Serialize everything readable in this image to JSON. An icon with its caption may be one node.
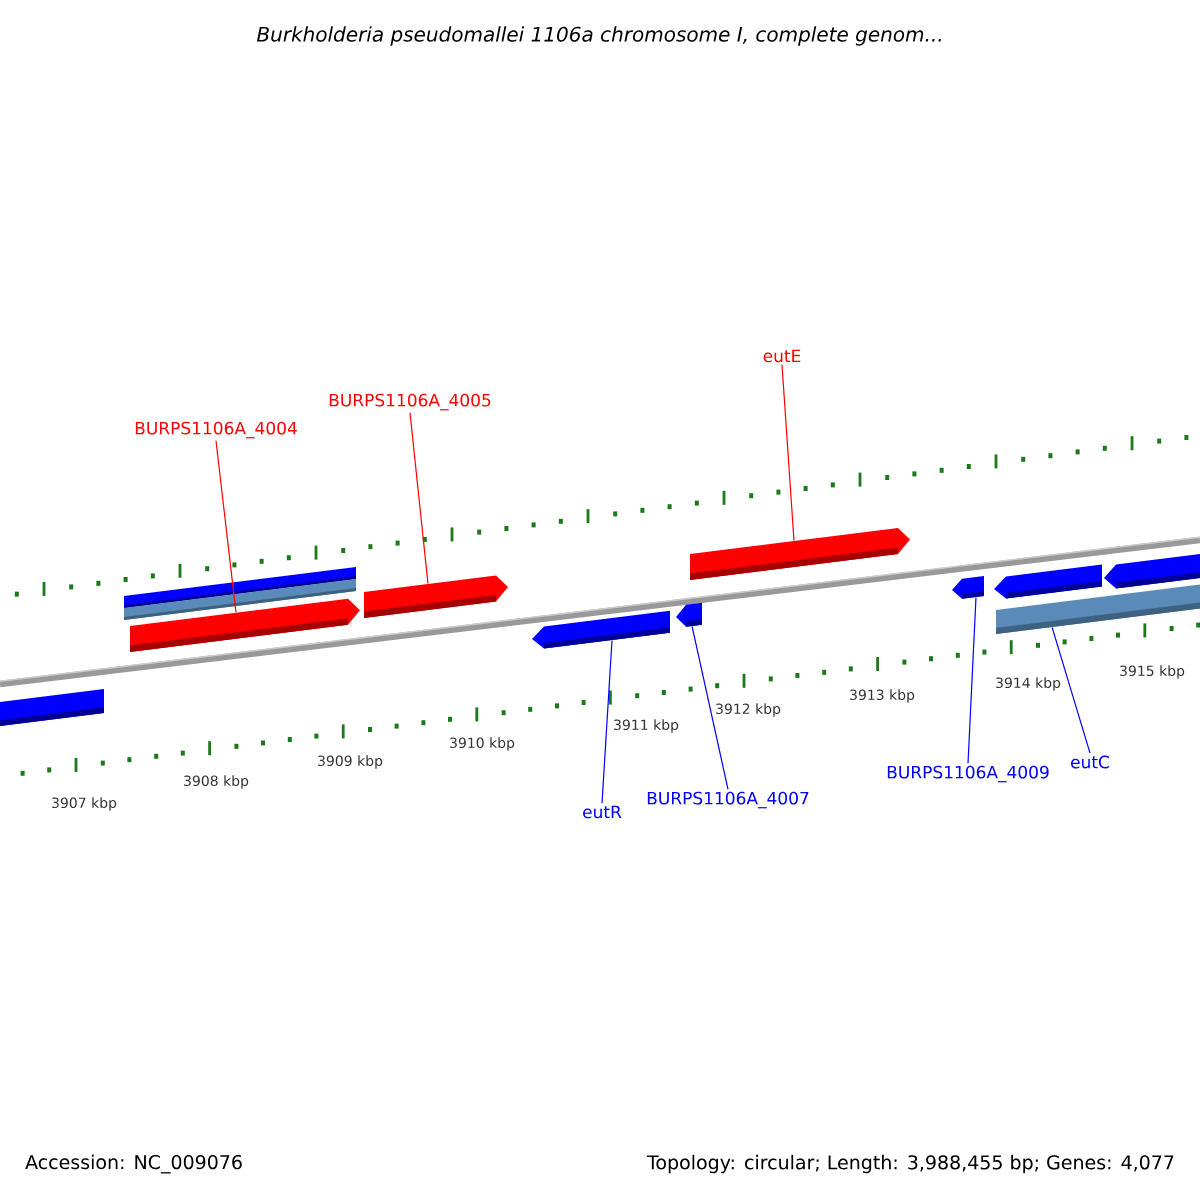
{
  "diagram": {
    "title": "Burkholderia pseudomallei 1106a chromosome I, complete genom...",
    "nodes": [
      {
        "text": [
          "BURPS1106A_4004"
        ]
      },
      {
        "text": [
          "BURPS1106A_4005"
        ]
      },
      {
        "text": [
          "eutE"
        ]
      },
      {
        "text": [
          "eutR"
        ]
      },
      {
        "text": [
          "BURPS1106A_4007"
        ]
      },
      {
        "text": [
          "BURPS1106A_4009"
        ]
      },
      {
        "text": [
          "eutC"
        ]
      },
      {
        "text": [],
        "shape": "bar"
      },
      {
        "text": [],
        "shape": "bar"
      },
      {
        "text": [],
        "shape": "bar"
      },
      {
        "text": [],
        "shape": "arrow"
      },
      {
        "text": [],
        "shape": "arrow"
      },
      {
        "text": [],
        "shape": "arrow"
      },
      {
        "text": [],
        "shape": "arrow"
      },
      {
        "text": [],
        "shape": "arrow"
      },
      {
        "text": [],
        "shape": "arrow"
      },
      {
        "text": [],
        "shape": "arrow"
      },
      {
        "text": [],
        "shape": "bar"
      },
      {
        "text": [],
        "shape": "arrow"
      }
    ],
    "edges": [
      {
        "from": 0,
        "to": 10,
        "arrow": "none",
        "color": "#ff0000"
      },
      {
        "from": 1,
        "to": 11,
        "arrow": "none",
        "color": "#ff0000"
      },
      {
        "from": 2,
        "to": 14,
        "arrow": "none",
        "color": "#ff0000"
      },
      {
        "from": 3,
        "to": 12,
        "arrow": "none"
      },
      {
        "from": 4,
        "to": 13,
        "arrow": "none"
      },
      {
        "from": 5,
        "to": 15,
        "arrow": "none"
      },
      {
        "from": 6,
        "to": 17,
        "arrow": "none"
      }
    ],
    "labels": [
      "3907 kbp",
      "3908 kbp",
      "3909 kbp",
      "3910 kbp",
      "3911 kbp",
      "3912 kbp",
      "3913 kbp",
      "3914 kbp",
      "3915 kbp",
      "Accession: NC_009076",
      "Topology: circular; Length: 3,988,455 bp; Genes: 4,077"
    ]
  }
}
